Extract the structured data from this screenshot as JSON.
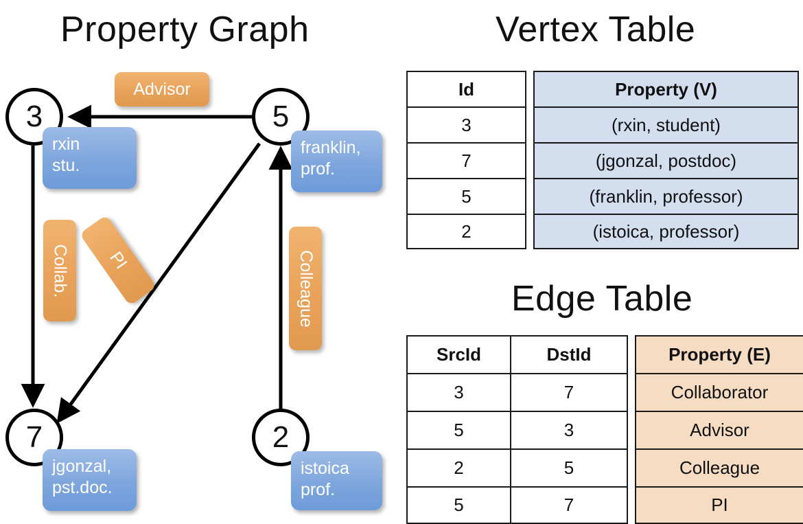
{
  "titles": {
    "property_graph": "Property Graph",
    "vertex_table": "Vertex Table",
    "edge_table": "Edge Table"
  },
  "graph": {
    "nodes": [
      {
        "id": "3",
        "label": "3",
        "property": "rxin\nstu."
      },
      {
        "id": "5",
        "label": "5",
        "property": "franklin,\nprof."
      },
      {
        "id": "7",
        "label": "7",
        "property": "jgonzal,\npst.doc."
      },
      {
        "id": "2",
        "label": "2",
        "property": "istoica\nprof."
      }
    ],
    "edge_labels": [
      {
        "name": "advisor",
        "text": "Advisor"
      },
      {
        "name": "collab",
        "text": "Collab."
      },
      {
        "name": "pi",
        "text": "PI"
      },
      {
        "name": "colleague",
        "text": "Colleague"
      }
    ],
    "edges": [
      {
        "src": "5",
        "dst": "3",
        "label": "Advisor"
      },
      {
        "src": "3",
        "dst": "7",
        "label": "Collab."
      },
      {
        "src": "5",
        "dst": "7",
        "label": "PI"
      },
      {
        "src": "2",
        "dst": "5",
        "label": "Colleague"
      }
    ]
  },
  "vertex_table": {
    "headers": [
      "Id",
      "Property (V)"
    ],
    "rows": [
      {
        "id": "3",
        "property": "(rxin, student)"
      },
      {
        "id": "7",
        "property": "(jgonzal, postdoc)"
      },
      {
        "id": "5",
        "property": "(franklin, professor)"
      },
      {
        "id": "2",
        "property": "(istoica, professor)"
      }
    ]
  },
  "edge_table": {
    "headers": [
      "SrcId",
      "DstId",
      "Property (E)"
    ],
    "rows": [
      {
        "src": "3",
        "dst": "7",
        "property": "Collaborator"
      },
      {
        "src": "5",
        "dst": "3",
        "property": "Advisor"
      },
      {
        "src": "2",
        "dst": "5",
        "property": "Colleague"
      },
      {
        "src": "5",
        "dst": "7",
        "property": "PI"
      }
    ]
  },
  "colors": {
    "vertex_property_cell": "#d3deef",
    "edge_property_cell": "#f5dcc2",
    "vertex_box": "#7ea6dd",
    "edge_label_box": "#e9a25a",
    "stroke": "#000000"
  }
}
